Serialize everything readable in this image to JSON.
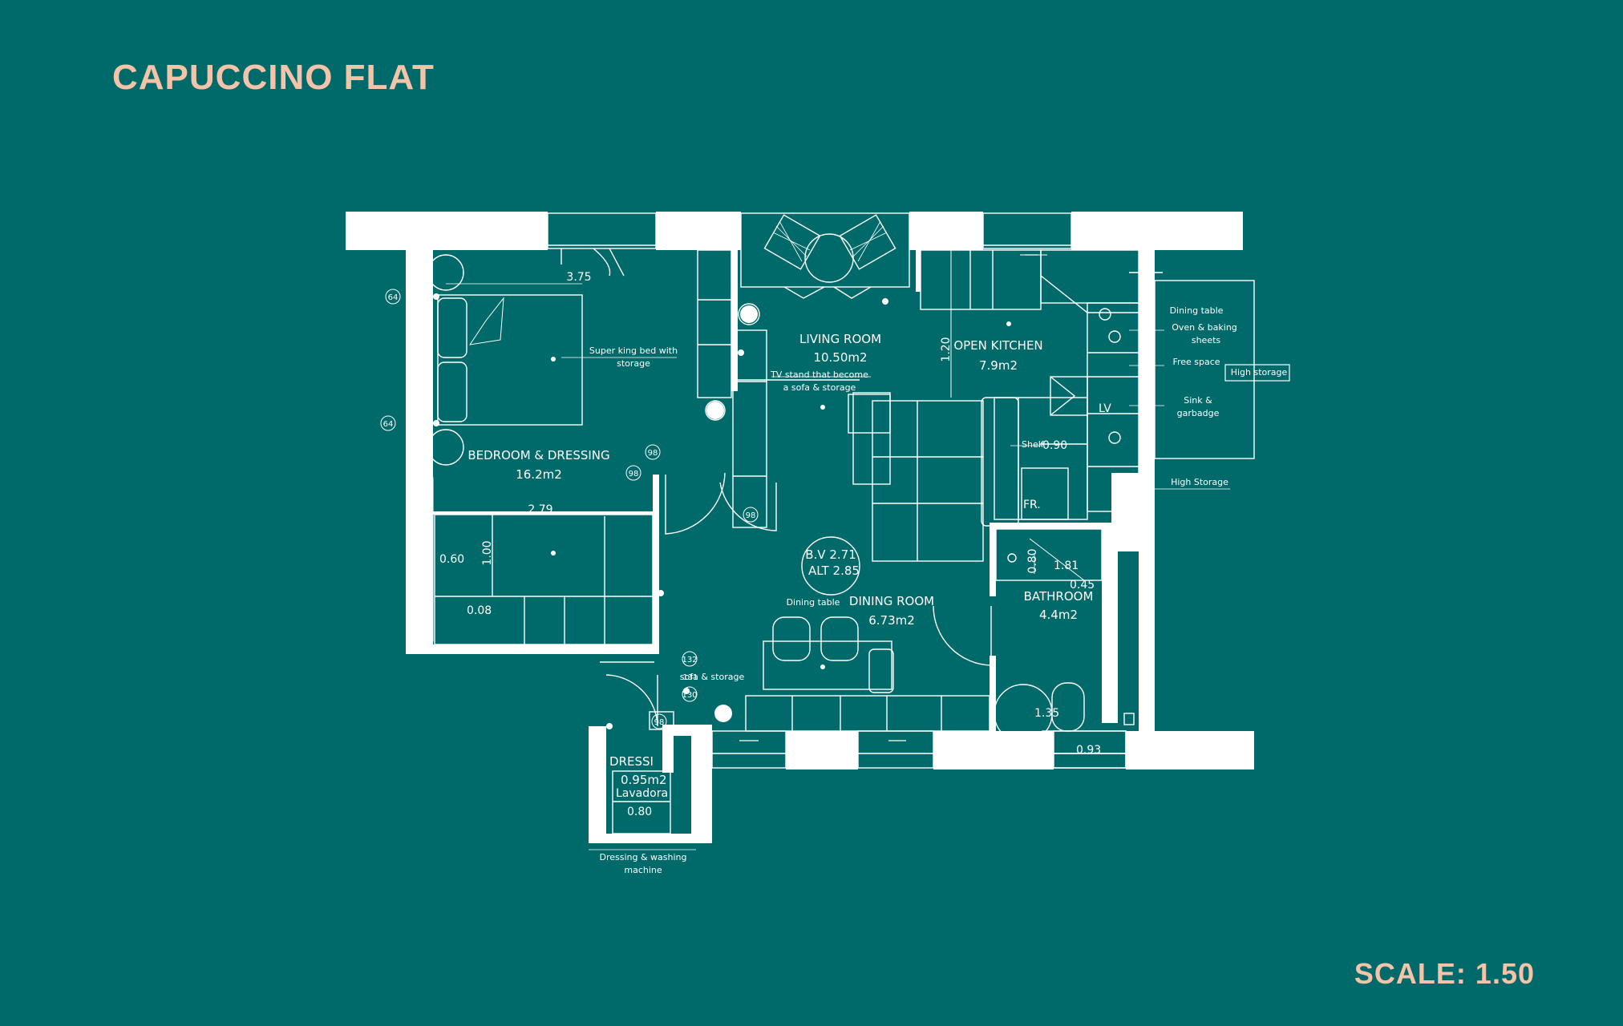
{
  "title": "CAPUCCINO FLAT",
  "scale": "SCALE: 1.50",
  "rooms": {
    "bedroom": {
      "name": "BEDROOM & DRESSING",
      "area": "16.2m2"
    },
    "living": {
      "name": "LIVING ROOM",
      "area": "10.50m2"
    },
    "kitchen": {
      "name": "OPEN KITCHEN",
      "area": "7.9m2"
    },
    "dining": {
      "name": "DINING ROOM",
      "area": "6.73m2"
    },
    "bathroom": {
      "name": "BATHROOM",
      "area": "4.4m2"
    },
    "dressing": {
      "name": "DRESSI",
      "area": "0.95m2"
    }
  },
  "height": {
    "bv": "B.V 2.71",
    "alt": "ALT 2.85"
  },
  "dimensions": {
    "d375": "3.75",
    "d279": "2.79",
    "d060": "0.60",
    "d100": "1.00",
    "d008": "0.08",
    "d120": "1.20",
    "d090": "0.90",
    "d181": "1.81",
    "d045": "0.45",
    "d080a": "0.80",
    "d135": "1.35",
    "d093": "0.93",
    "d080b": "0.80"
  },
  "notes": {
    "bed_1": "Super king bed with",
    "bed_2": "storage",
    "tv_1": "TV stand that become",
    "tv_2": "a sofa & storage",
    "dining_table": "Dining table",
    "sofa_storage": "sofa & storage",
    "dress_1": "Dressing & washing",
    "dress_2": "machine",
    "lavadora": "Lavadora",
    "shelf": "Shelf",
    "fr": "FR.",
    "lv": "LV",
    "k_dining": "Dining table",
    "k_oven_1": "Oven & baking",
    "k_oven_2": "sheets",
    "k_free": "Free space",
    "k_high": "High storage",
    "k_sink_1": "Sink &",
    "k_sink_2": "garbadge",
    "k_high2": "High Storage"
  },
  "tags": {
    "t64a": "64",
    "t64b": "64",
    "t98a": "98",
    "t98b": "98",
    "t98c": "98",
    "t98d": "98",
    "t132": "132",
    "t130": "130",
    "t131": "131"
  },
  "colors": {
    "background": "#00696a",
    "title": "#f4c3a8",
    "lines": "#ffffff"
  }
}
